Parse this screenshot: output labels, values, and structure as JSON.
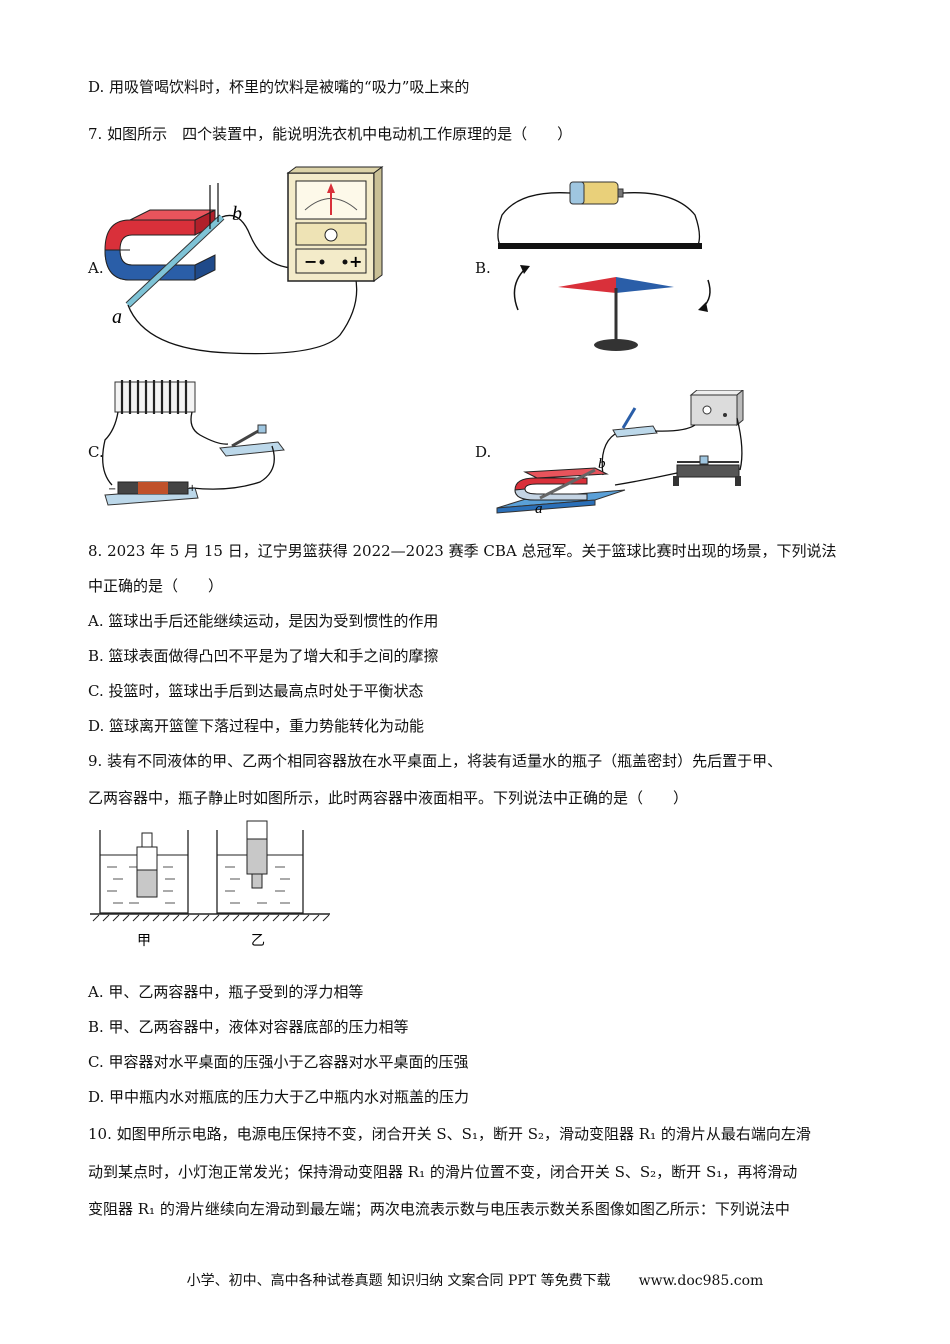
{
  "q6": {
    "option_d": "D. 用吸管喝饮料时，杯里的饮料是被嘴的“吸力”吸上来的"
  },
  "q7": {
    "stem": "7. 如图所示　四个装置中，能说明洗衣机中电动机工作原理的是（　　）",
    "labels": {
      "a": "A.",
      "b": "B.",
      "c": "C.",
      "d": "D."
    },
    "fig_a_letters": {
      "a": "a",
      "b": "b"
    },
    "fig_d_letters": {
      "a": "a",
      "b": "b"
    }
  },
  "q8": {
    "stem_line1": "8. 2023 年 5 月 15 日，辽宁男篮获得 2022—2023 赛季 CBA 总冠军。关于篮球比赛时出现的场景，下列说法",
    "stem_line2": "中正确的是（　　）",
    "options": [
      "A. 篮球出手后还能继续运动，是因为受到惯性的作用",
      "B. 篮球表面做得凸凹不平是为了增大和手之间的摩擦",
      "C. 投篮时，篮球出手后到达最高点时处于平衡状态",
      "D. 篮球离开篮筐下落过程中，重力势能转化为动能"
    ]
  },
  "q9": {
    "stem_line1": "9. 装有不同液体的甲、乙两个相同容器放在水平桌面上，将装有适量水的瓶子（瓶盖密封）先后置于甲、",
    "stem_line2": "乙两容器中，瓶子静止时如图所示，此时两容器中液面相平。下列说法中正确的是（　　）",
    "fig_labels": {
      "jia": "甲",
      "yi": "乙"
    },
    "options": [
      "A. 甲、乙两容器中，瓶子受到的浮力相等",
      "B. 甲、乙两容器中，液体对容器底部的压力相等",
      "C. 甲容器对水平桌面的压强小于乙容器对水平桌面的压强",
      "D. 甲中瓶内水对瓶底的压力大于乙中瓶内水对瓶盖的压力"
    ]
  },
  "q10": {
    "line1": "10. 如图甲所示电路，电源电压保持不变，闭合开关 S、S₁，断开 S₂，滑动变阻器 R₁ 的滑片从最右端向左滑",
    "line2": "动到某点时，小灯泡正常发光；保持滑动变阻器 R₁ 的滑片位置不变，闭合开关 S、S₂，断开 S₁，再将滑动",
    "line3": "变阻器 R₁ 的滑片继续向左滑动到最左端；两次电流表示数与电压表示数关系图像如图乙所示：下列说法中"
  },
  "footer": "小学、初中、高中各种试卷真题  知识归纳  文案合同  PPT 等免费下载　　www.doc985.com",
  "colors": {
    "magnet_red": "#d9303a",
    "magnet_blue": "#2a5ea8",
    "rod": "#7ec3d6",
    "wire": "#111111"
  }
}
